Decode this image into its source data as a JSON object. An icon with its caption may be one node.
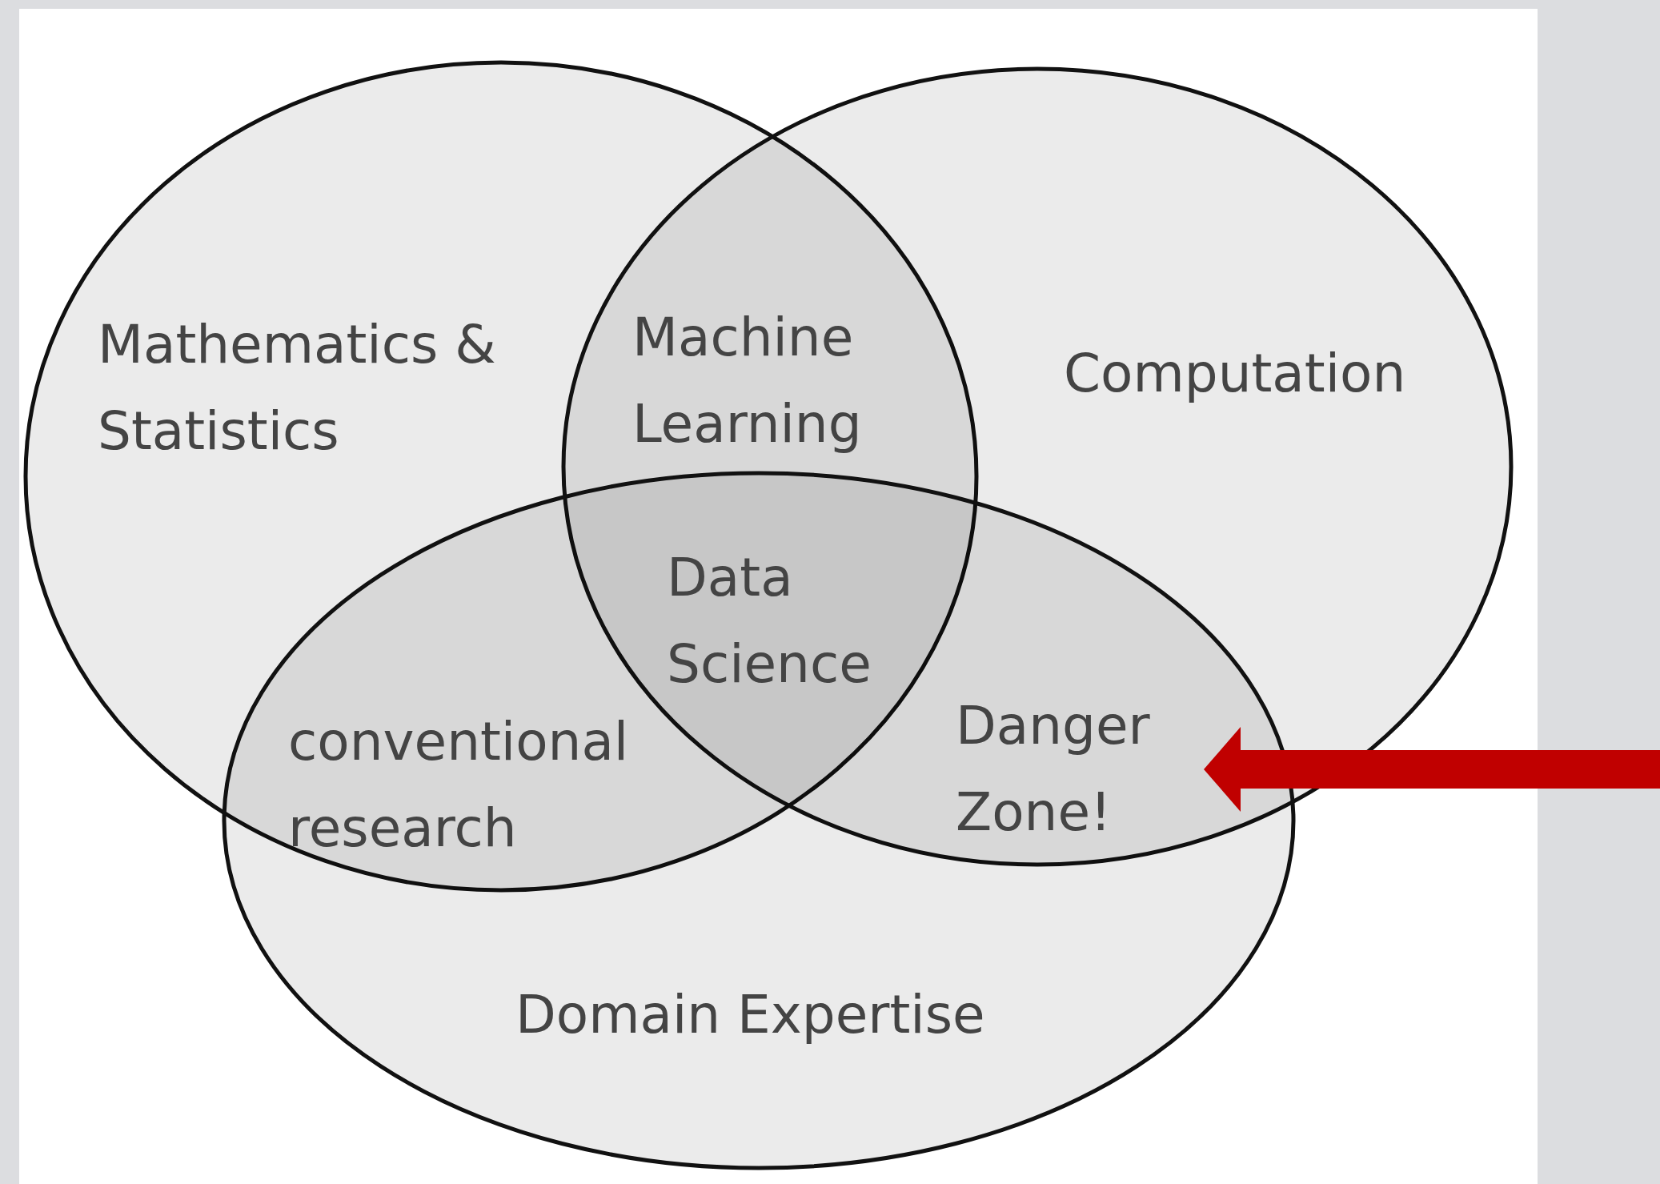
{
  "diagram": {
    "nodes": [
      {
        "text": [
          "Mathematics & Statistics"
        ]
      },
      {
        "text": [
          "Computation"
        ]
      },
      {
        "text": [
          "Domain Expertise"
        ]
      },
      {
        "text": [
          "Danger Zone!"
        ]
      }
    ],
    "edges": [
      {
        "from": null,
        "to": 3,
        "arrow": "to",
        "color": "#c00000"
      }
    ],
    "labels": [
      "Machine Learning",
      "Data Science",
      "conventional research"
    ]
  }
}
